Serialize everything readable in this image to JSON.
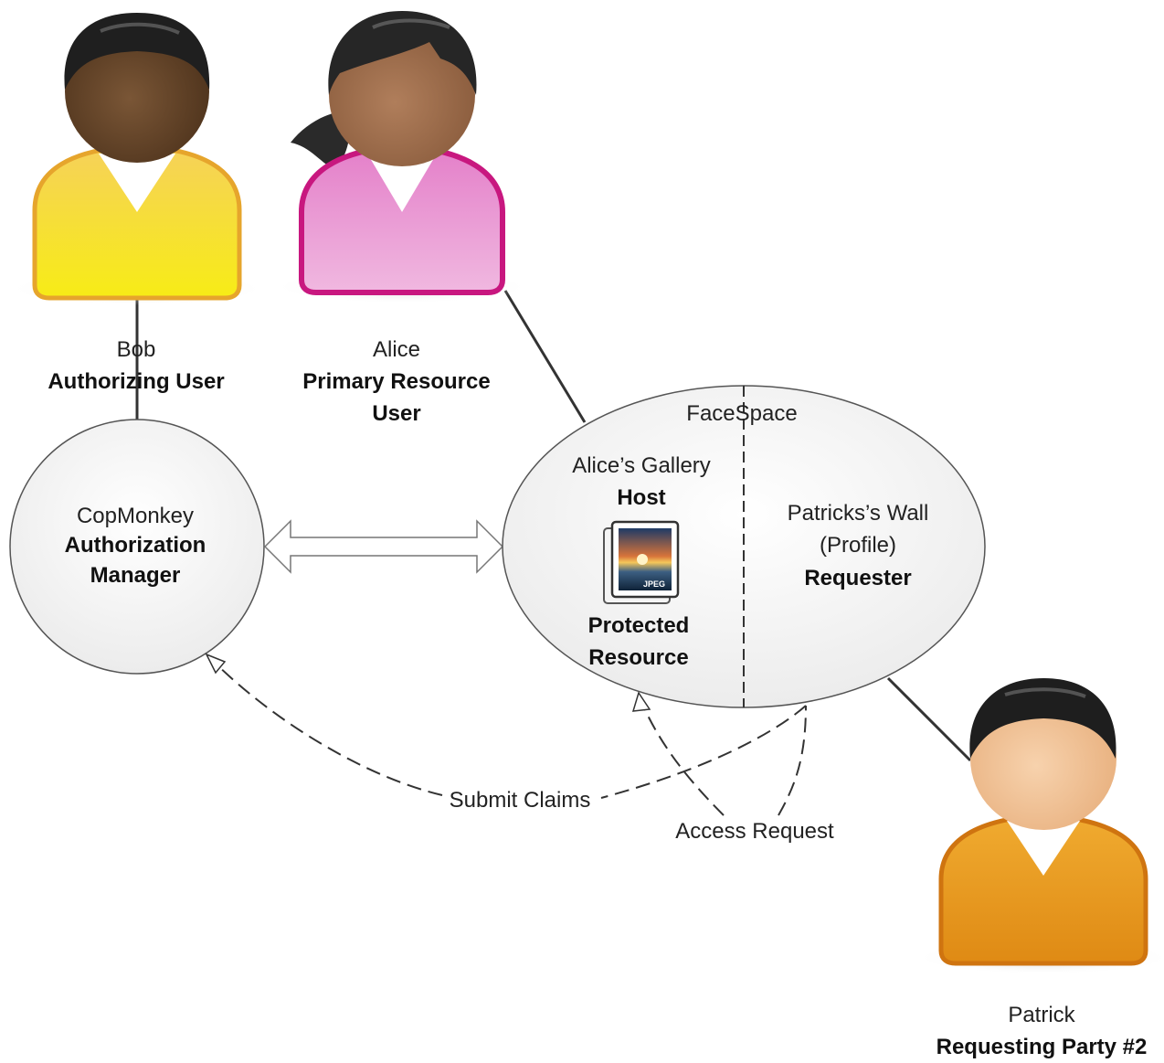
{
  "people": {
    "bob": {
      "name": "Bob",
      "role": "Authorizing User",
      "shirt_color": "#f4dc1e",
      "skin_color": "#6b4a2c",
      "icon": "person-icon"
    },
    "alice": {
      "name": "Alice",
      "role_line1": "Primary Resource",
      "role_line2": "User",
      "shirt_color": "#dd6fbf",
      "skin_color": "#a37150",
      "icon": "person-icon"
    },
    "patrick": {
      "name": "Patrick",
      "role": "Requesting Party #2",
      "shirt_color": "#e8941c",
      "skin_color": "#f2c196",
      "icon": "person-icon"
    }
  },
  "authorization_manager": {
    "name": "CopMonkey",
    "role_line1": "Authorization",
    "role_line2": "Manager"
  },
  "facespace": {
    "title": "FaceSpace",
    "host": {
      "name": "Alice’s Gallery",
      "role": "Host"
    },
    "resource": {
      "line1": "Protected",
      "line2": "Resource",
      "icon": "jpeg-file-icon",
      "badge": "JPEG"
    },
    "requester": {
      "line1": "Patricks’s Wall",
      "line2": "(Profile)",
      "role": "Requester"
    }
  },
  "flows": {
    "submit_claims": "Submit Claims",
    "access_request": "Access Request"
  }
}
